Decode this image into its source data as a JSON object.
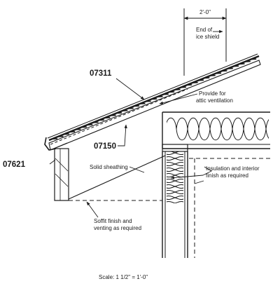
{
  "codes": {
    "roofing": "07311",
    "ice_shield_material": "07150",
    "eave_edge": "07621"
  },
  "dimension": {
    "value": "2'-0\""
  },
  "notes": {
    "ice_shield_line1": "End of",
    "ice_shield_line2": "ice shield",
    "ventilation_line1": "Provide for",
    "ventilation_line2": "attic ventilation",
    "sheathing": "Solid sheathing",
    "insulation_line1": "Insulation and interior",
    "insulation_line2": "finish as required",
    "soffit_line1": "Soffit finish and",
    "soffit_line2": "venting as required"
  },
  "scale": "Scale: 1 1/2\" = 1'-0\""
}
